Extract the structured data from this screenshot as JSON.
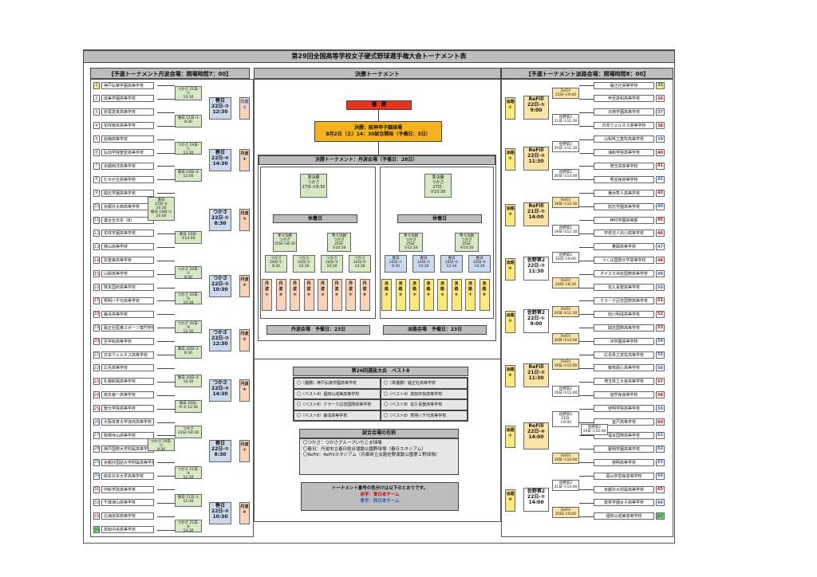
{
  "title": "第29回全国高等学校女子硬式野球選手権大会トーナメント表",
  "left_header": "【予選トーナメント丹波会場：開場時間7：00】",
  "center_header": "決勝トーナメント",
  "right_header": "【予選トーナメント淡路会場：開場時間8：00】",
  "left_teams": [
    {
      "n": "1",
      "name": "神戸弘陵学園高等学校"
    },
    {
      "n": "2",
      "name": "成美学園高等学校"
    },
    {
      "n": "3",
      "name": "折尾愛真高等学校"
    },
    {
      "n": "4",
      "name": "花咲徳栄高等学校"
    },
    {
      "n": "5",
      "name": "創価高等学校"
    },
    {
      "n": "6",
      "name": "弘前学院聖愛高等学校"
    },
    {
      "n": "7",
      "name": "京都両洋高等学校"
    },
    {
      "n": "8",
      "name": "むせが丘高等学校"
    },
    {
      "n": "9",
      "name": "開志学園高等学校"
    },
    {
      "n": "10",
      "name": "京都外大西高等学校"
    },
    {
      "n": "11",
      "name": "連合全日本（B）"
    },
    {
      "n": "12",
      "name": "花咲学園高等学校"
    },
    {
      "n": "13",
      "name": "徳山高等学校"
    },
    {
      "n": "14",
      "name": "花巻東高等学校"
    },
    {
      "n": "15",
      "name": "山梨高等学校"
    },
    {
      "n": "16",
      "name": "熊本国府高等学校"
    },
    {
      "n": "17",
      "name": "秀明八千代高等学校"
    },
    {
      "n": "18",
      "name": "静清高等学校"
    },
    {
      "n": "19",
      "name": "履正社医療スポーツ専門学校"
    },
    {
      "n": "20",
      "name": "至学館高等学校"
    },
    {
      "n": "21",
      "name": "日本ウェルネス高等学校"
    },
    {
      "n": "22",
      "name": "広島高等学校"
    },
    {
      "n": "23",
      "name": "札幌新陽高等学校"
    },
    {
      "n": "24",
      "name": "岐阜第一高等学校"
    },
    {
      "n": "25",
      "name": "聖光学院高等学校"
    },
    {
      "n": "26",
      "name": "大阪体育大学浪商高等学校"
    },
    {
      "n": "27",
      "name": "駒場寺山高等学校"
    },
    {
      "n": "28",
      "name": "神戸国際大学附属高等学校"
    },
    {
      "n": "29",
      "name": "京都外国語大学附属高等学校"
    },
    {
      "n": "30",
      "name": "岐阜日本大学高等学校"
    },
    {
      "n": "31",
      "name": "作新学院高等学校"
    },
    {
      "n": "32",
      "name": "千歳津山高等学校"
    },
    {
      "n": "33",
      "name": "北海道栄高等学校"
    },
    {
      "n": "34",
      "name": "高知中央高等学校"
    }
  ],
  "right_teams": [
    {
      "n": "35",
      "name": "履正社高等学校"
    },
    {
      "n": "36",
      "name": "甲至愛和高等学校"
    },
    {
      "n": "37",
      "name": "日南学園高等学校"
    },
    {
      "n": "38",
      "name": "日本ウェルネス高等学校"
    },
    {
      "n": "39",
      "name": "山梨県立笛吹高等学校"
    },
    {
      "n": "40",
      "name": "浦和学院高等学校"
    },
    {
      "n": "41",
      "name": "埼玉栄高等学校"
    },
    {
      "n": "42",
      "name": "秀岳館高等学校"
    },
    {
      "n": "43",
      "name": "横浜隼人高等学校"
    },
    {
      "n": "44",
      "name": "創志学園高等学校"
    },
    {
      "n": "45",
      "name": "神村学園高等部"
    },
    {
      "n": "46",
      "name": "学校法人石川高等学校"
    },
    {
      "n": "47",
      "name": "蒼開高等学校"
    },
    {
      "n": "48",
      "name": "つくば国際大学高等学校"
    },
    {
      "n": "49",
      "name": "オイスカ浜松国際高等学校"
    },
    {
      "n": "50",
      "name": "佐久長聖高等学校"
    },
    {
      "n": "51",
      "name": "クラーク記念国際高等学校"
    },
    {
      "n": "52",
      "name": "旭川明成高等学校"
    },
    {
      "n": "53",
      "name": "開志国際高等学校"
    },
    {
      "n": "54",
      "name": "沖学園高等学校"
    },
    {
      "n": "55",
      "name": "広島県立安佐高等学校"
    },
    {
      "n": "56",
      "name": "藤枝順心高等学校"
    },
    {
      "n": "57",
      "name": "埼玉県立大宮高等学校"
    },
    {
      "n": "58",
      "name": "遊学館高等学校"
    },
    {
      "n": "59",
      "name": "啓明学院高等学校"
    },
    {
      "n": "60",
      "name": "室戸高等学校"
    },
    {
      "n": "61",
      "name": "福本国際高等学校"
    },
    {
      "n": "62",
      "name": "慶明学園高等学校"
    },
    {
      "n": "63",
      "name": "慈明高等学校"
    },
    {
      "n": "64",
      "name": "岡山学芸館高等学校"
    },
    {
      "n": "65",
      "name": "京都外大附属高等学校"
    },
    {
      "n": "66",
      "name": "敦賀学園女子高等学校"
    },
    {
      "n": "67",
      "name": "福知山成美高等学校"
    }
  ],
  "final": {
    "winner": "優　勝",
    "final_box": "決勝：阪神甲子園球場\n8月2日（土）14：30試合開始（予備日：3日）",
    "tanba_header": "決勝トーナメント：丹波会場（予備日：28日）",
    "semi_l": "準決勝\nつかさ\n27日-①8:30",
    "semi_r": "準決勝\nつかさ\n27日-\n②10:30",
    "rest": "休養日",
    "tanba_foot": "丹波会場　予備日：23日",
    "awaji_foot": "淡路会場　予備日：23日"
  },
  "best8": {
    "title": "第26回選抜大会　ベスト8",
    "items": [
      "（優勝）神戸弘陵学園高等学校",
      "（準優勝）履正社高等学校",
      "（ベスト4）福知山成美高等学校",
      "（ベスト4）高知中央高等学校",
      "（ベスト8）クラーク記念国際高等学校",
      "（ベスト8）佐久長聖高等学校",
      "（ベスト8）静清高等学校",
      "（ベスト8）秀明八千代高等学校"
    ]
  },
  "venues": {
    "title": "試合会場の名称",
    "lines": [
      "〇つかさ：つかさグループいちじま球場",
      "〇春日：丹波市立春日総合運動公園野球場（春日スタジアム）",
      "〇ReFill：ReFillスタジアム（兵庫県立淡路佐野運動公園第１野球場）"
    ]
  },
  "note": {
    "title": "トーナメント番号の色分けは以下のとおりです。",
    "red": "赤字：東日本チーム",
    "blue": "青字：西日本チーム"
  }
}
